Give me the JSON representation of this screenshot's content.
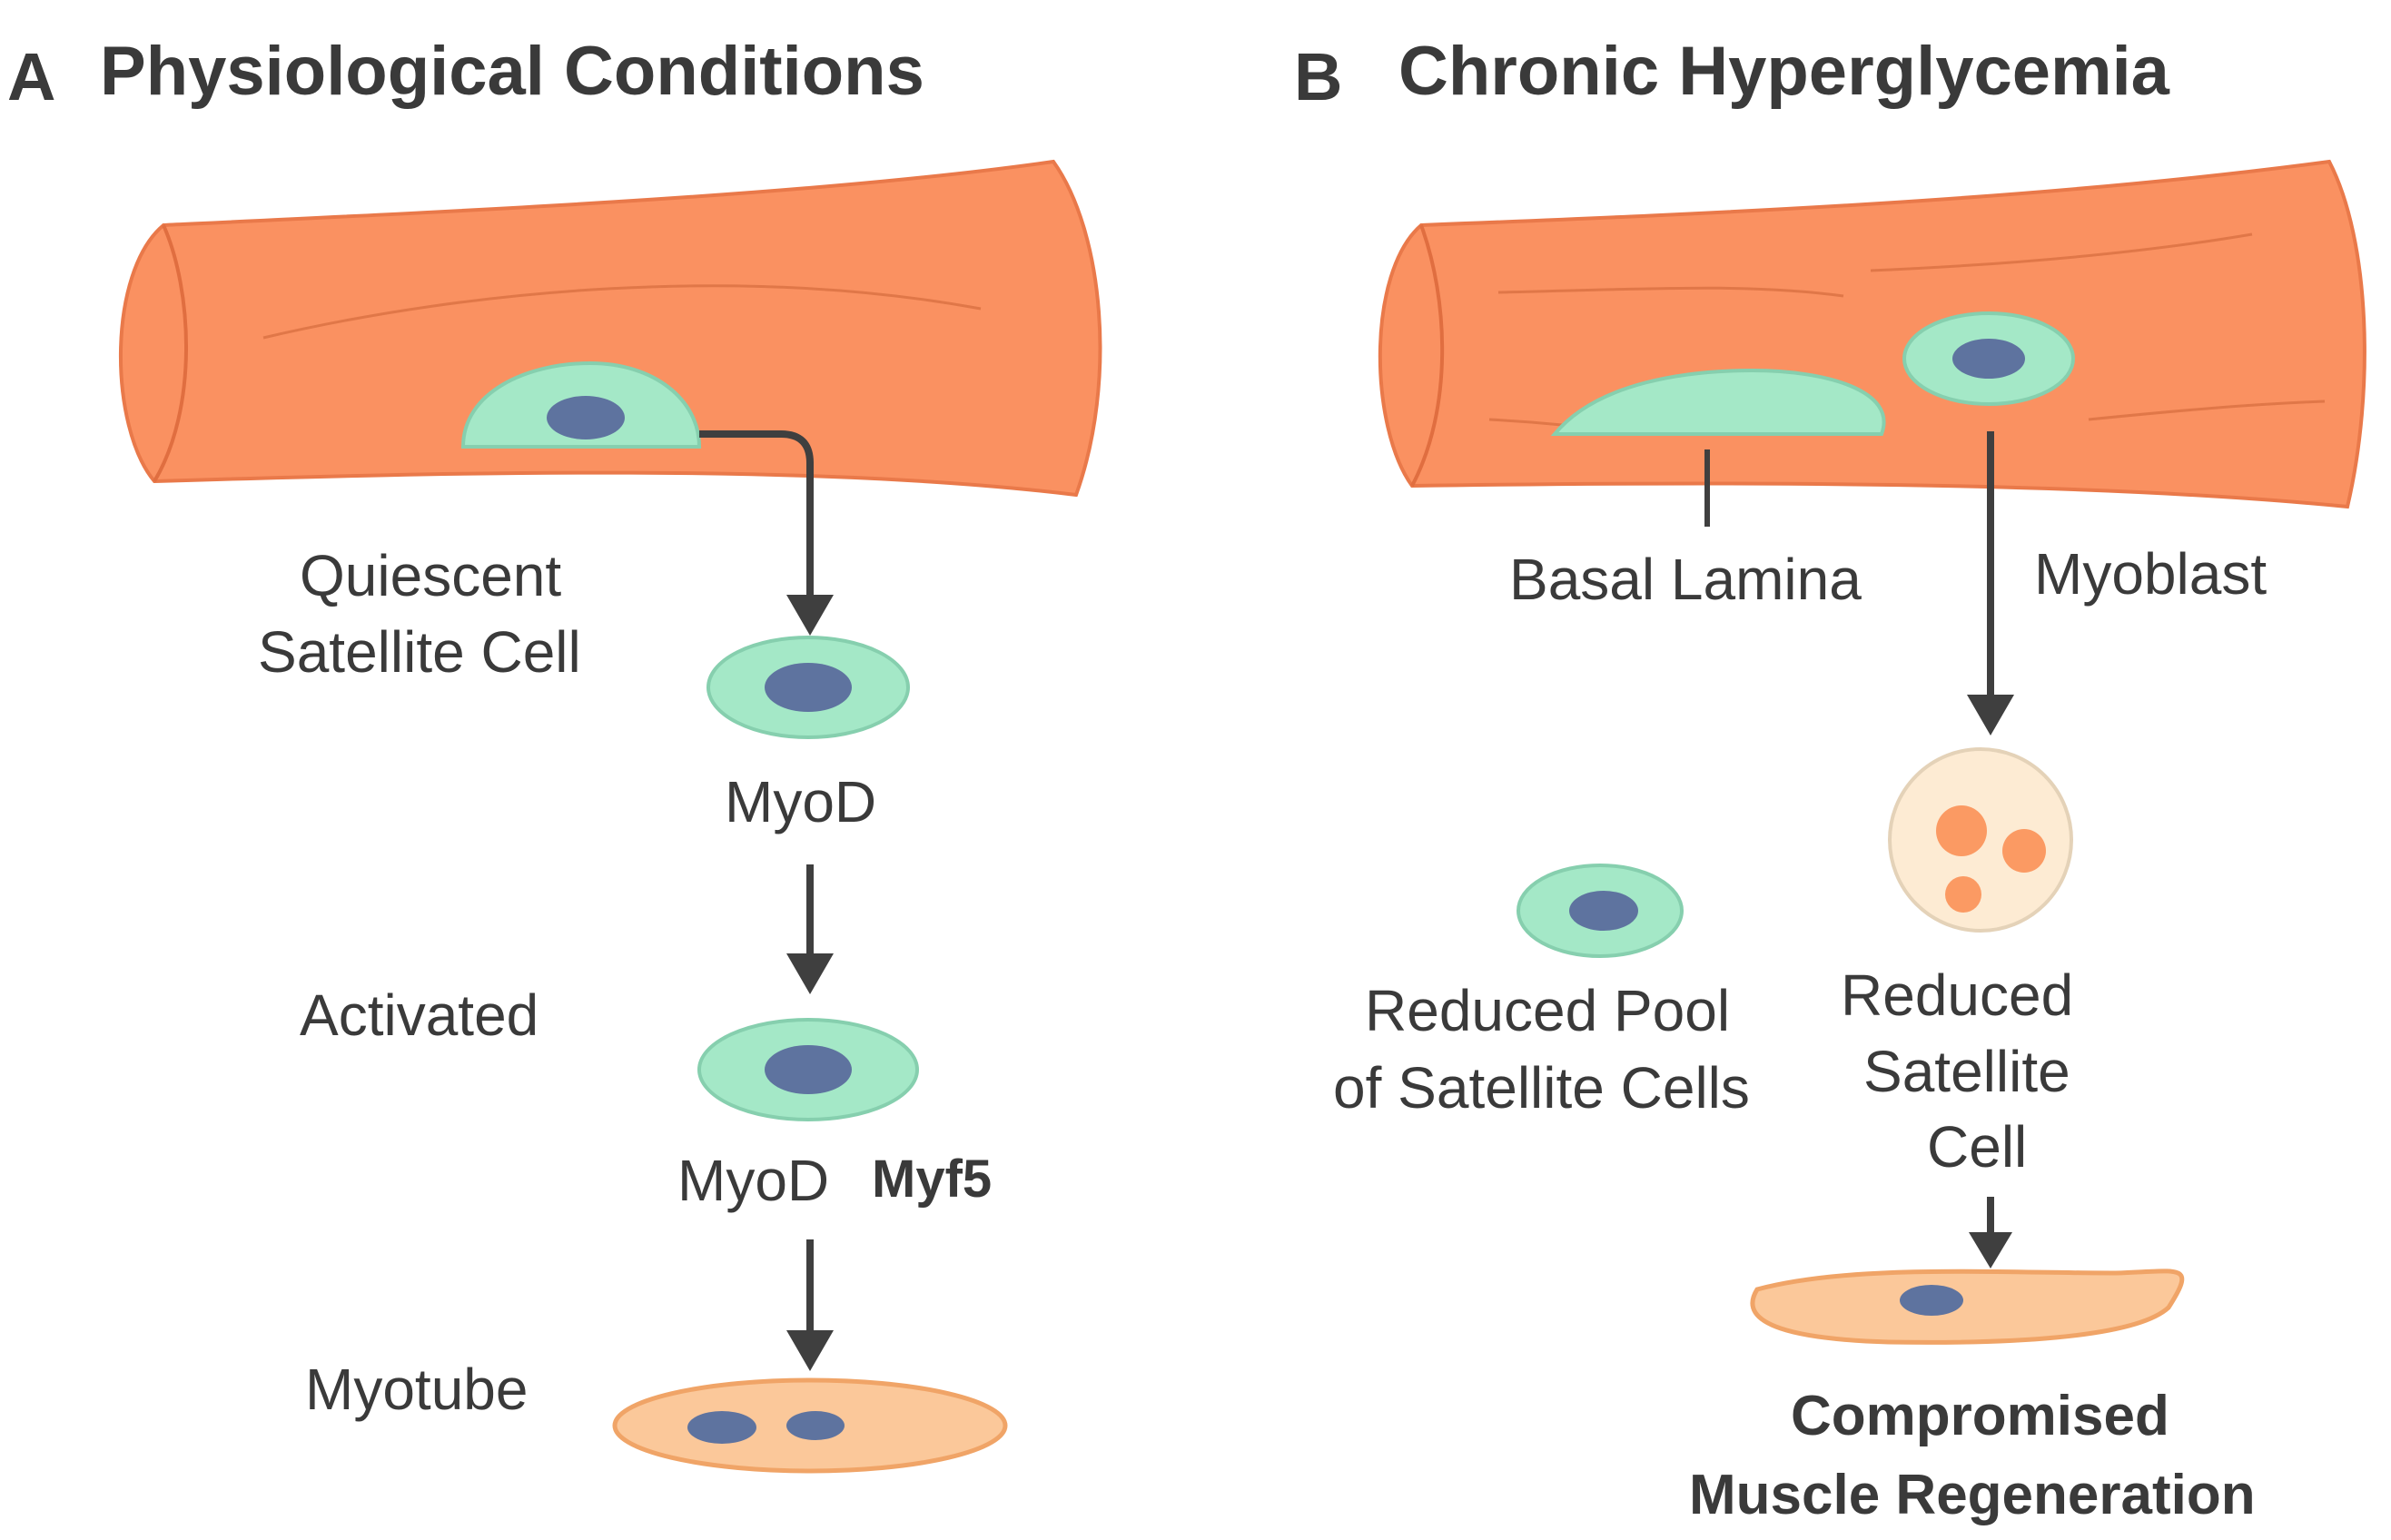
{
  "colors": {
    "muscle_fiber": "#fa9161",
    "muscle_fiber_stroke": "#e9794a",
    "satellite_cell": "#a4e8c7",
    "satellite_cell_stroke": "#86cfae",
    "nucleus": "#5e739f",
    "myotube": "#fbc89a",
    "myotube_stroke": "#f0a467",
    "reduced_cell": "#fdebd3",
    "reduced_cell_stroke": "#e4d2b8",
    "reduced_cell_dot": "#fb9a63",
    "arrow": "#3f3f3f"
  },
  "panel_a": {
    "letter": "A",
    "title": "Physiological Conditions",
    "quiescent_label_line1": "Quiescent",
    "quiescent_label_line2": "Satellite Cell",
    "myod_label": "MyoD",
    "activated_label": "Activated",
    "myod_label_2": "MyoD",
    "myf5_label": "Myf5",
    "myotube_label": "Myotube"
  },
  "panel_b": {
    "letter": "B",
    "title": "Chronic Hyperglycemia",
    "basal_lamina_label": "Basal Lamina",
    "myoblast_label": "Myoblast",
    "reduced_pool_line1": "Reduced Pool",
    "reduced_pool_line2": "of Satellite Cells",
    "reduced_cell_line1": "Reduced",
    "reduced_cell_line2": "Satellite",
    "reduced_cell_line3": "Cell",
    "compromised_line1": "Compromised",
    "compromised_line2": "Muscle Regeneration"
  }
}
